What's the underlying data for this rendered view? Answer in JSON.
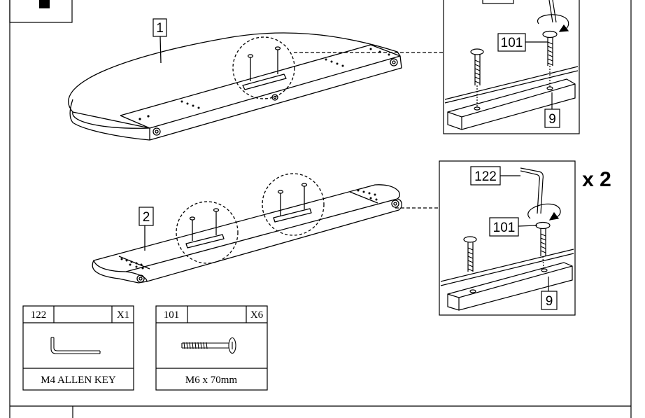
{
  "callouts": {
    "part_1": "1",
    "part_2": "2",
    "part_9": "9",
    "part_101": "101",
    "part_122": "122"
  },
  "multiplier": "x 2",
  "hardware": [
    {
      "code": "122",
      "qty": "X1",
      "name": "M4 ALLEN KEY",
      "icon": "allen-key-icon"
    },
    {
      "code": "101",
      "qty": "X6",
      "name": "M6 x 70mm",
      "icon": "bolt-icon"
    }
  ]
}
